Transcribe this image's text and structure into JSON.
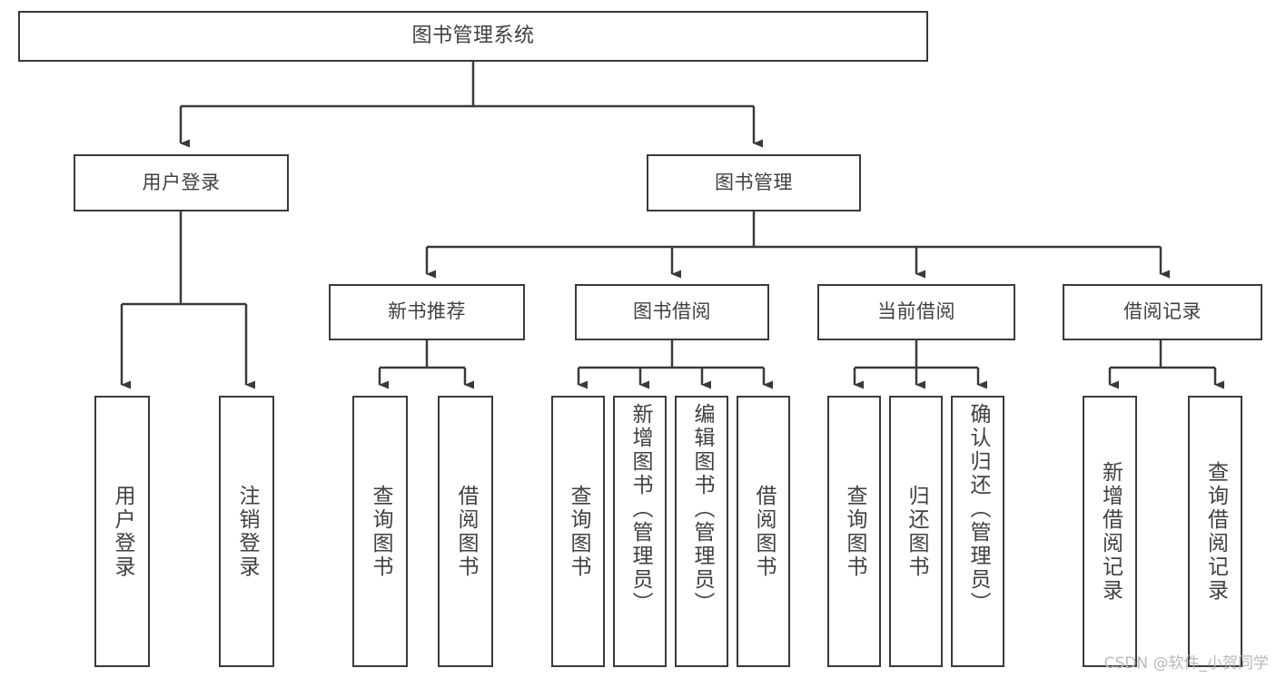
{
  "diagram": {
    "title": "图书管理系统",
    "watermark": "CSDN @软件_小贺同学",
    "type": "tree-hierarchy",
    "edge_color": "#3a3a3a",
    "box_border_color": "#3a3a3a",
    "text_color": "#404040",
    "background": "#ffffff",
    "nodes": {
      "root": {
        "label": "图书管理系统",
        "level": 1
      },
      "l2_user_login": {
        "label": "用户登录",
        "level": 2
      },
      "l2_book_manage": {
        "label": "图书管理",
        "level": 2
      },
      "l3_new_book_rec": {
        "label": "新书推荐",
        "level": 3
      },
      "l3_book_borrow": {
        "label": "图书借阅",
        "level": 3
      },
      "l3_current_borrow": {
        "label": "当前借阅",
        "level": 3
      },
      "l3_borrow_record": {
        "label": "借阅记录",
        "level": 3
      },
      "leaf_user_login": {
        "label": "用户登录",
        "level": 4
      },
      "leaf_logout": {
        "label": "注销登录",
        "level": 4
      },
      "leaf_query_book_a": {
        "label": "查询图书",
        "level": 4
      },
      "leaf_borrow_book_a": {
        "label": "借阅图书",
        "level": 4
      },
      "leaf_query_book_b": {
        "label": "查询图书",
        "level": 4
      },
      "leaf_add_book": {
        "label": "新增图书（管理员）",
        "level": 4
      },
      "leaf_edit_book": {
        "label": "编辑图书（管理员）",
        "level": 4
      },
      "leaf_borrow_book_b": {
        "label": "借阅图书",
        "level": 4
      },
      "leaf_query_book_c": {
        "label": "查询图书",
        "level": 4
      },
      "leaf_return_book": {
        "label": "归还图书",
        "level": 4
      },
      "leaf_confirm_return": {
        "label": "确认归还（管理员）",
        "level": 4
      },
      "leaf_add_record": {
        "label": "新增借阅记录",
        "level": 4
      },
      "leaf_query_record": {
        "label": "查询借阅记录",
        "level": 4
      }
    }
  }
}
